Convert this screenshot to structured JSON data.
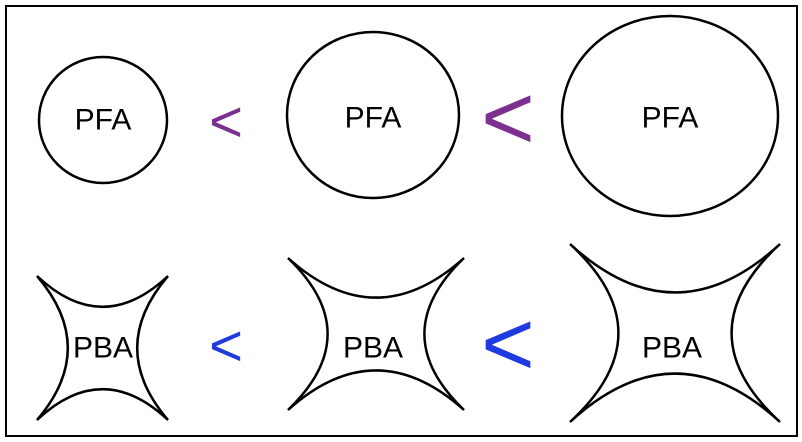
{
  "colors": {
    "purple": "#7b2f8f",
    "blue": "#1f3be0",
    "stroke": "#000000"
  },
  "top_row": {
    "labels": [
      "PFA",
      "PFA",
      "PFA"
    ],
    "comparators": [
      "<",
      "<"
    ]
  },
  "bottom_row": {
    "labels": [
      "PBA",
      "PBA",
      "PBA"
    ],
    "comparators": [
      "<",
      "<"
    ]
  }
}
